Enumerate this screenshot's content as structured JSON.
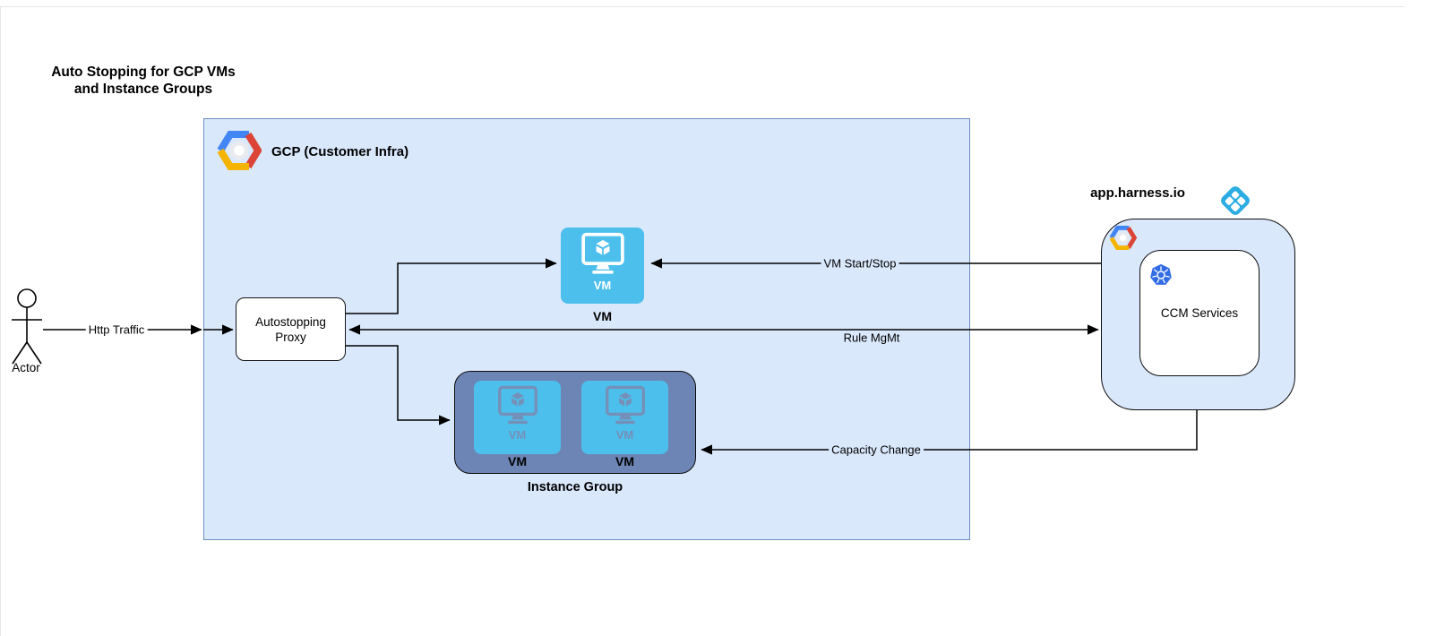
{
  "colors": {
    "box-blue": "#dae8fc",
    "box-blue-border": "#6c8ebf",
    "vm-blue": "#4cbfec",
    "group-blue": "#6d85b5",
    "muted-glyph": "#7590b8",
    "harness-blue": "#2bace3",
    "k8s-blue": "#326ce5",
    "gcp-logo-blue": "#4285f4",
    "gcp-logo-red": "#db4437",
    "gcp-logo-yellow": "#f4b400",
    "line": "#000000"
  },
  "title": {
    "line1": "Auto Stopping for GCP VMs",
    "line2": "and Instance Groups"
  },
  "actor": {
    "label": "Actor"
  },
  "gcp": {
    "label": "GCP (Customer Infra)"
  },
  "proxy": {
    "line1": "Autostopping",
    "line2": "Proxy"
  },
  "vm": {
    "icon_label": "VM",
    "label": "VM"
  },
  "instance_group": {
    "label": "Instance Group",
    "vms": [
      {
        "icon_label": "VM",
        "label": "VM"
      },
      {
        "icon_label": "VM",
        "label": "VM"
      }
    ]
  },
  "harness": {
    "label": "app.harness.io",
    "ccm_label": "CCM Services"
  },
  "edges": {
    "http_traffic": {
      "label": "Http Traffic"
    },
    "vm_start_stop": {
      "label": "VM Start/Stop"
    },
    "rule_mgmt": {
      "label": "Rule MgMt"
    },
    "capacity_change": {
      "label": "Capacity Change"
    }
  }
}
